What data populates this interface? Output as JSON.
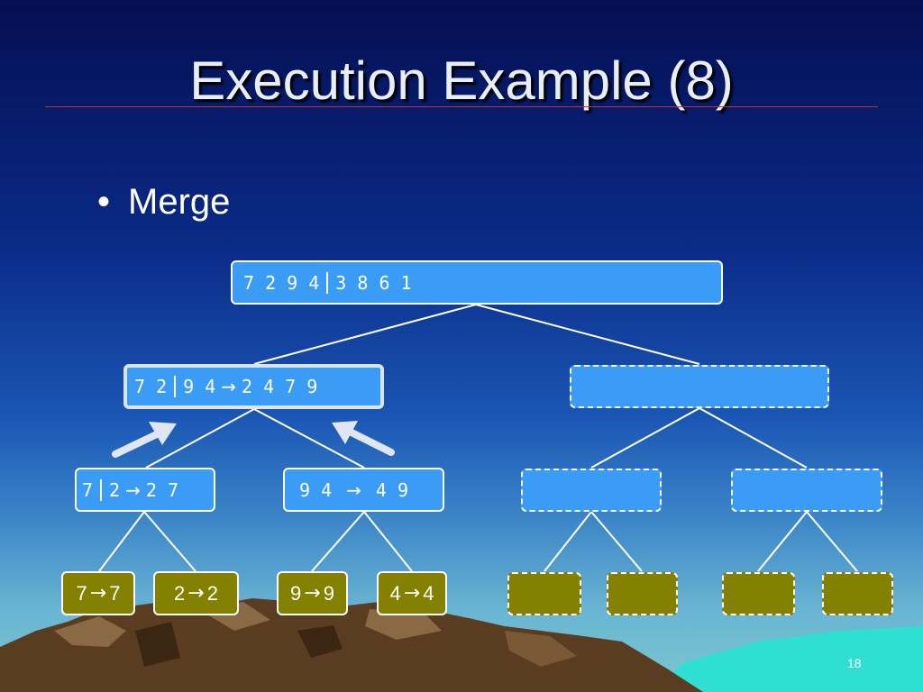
{
  "slide": {
    "title": "Execution Example (8)",
    "bullet": "Merge",
    "page_number": "18"
  },
  "tree": {
    "root": {
      "left": "7 2 9 4",
      "right": "3 8 6 1"
    },
    "level1_left": {
      "left": "7 2",
      "right": "9 4",
      "arrow": "→",
      "result": "2 4 7 9"
    },
    "level2_a": {
      "left": "7",
      "right": "2",
      "arrow": "→",
      "result": "2 7"
    },
    "level2_b": {
      "left": "9 4",
      "arrow": "→",
      "result": "4 9"
    },
    "leaves": [
      {
        "input": "7",
        "arrow": "→",
        "output": "7"
      },
      {
        "input": "2",
        "arrow": "→",
        "output": "2"
      },
      {
        "input": "9",
        "arrow": "→",
        "output": "9"
      },
      {
        "input": "4",
        "arrow": "→",
        "output": "4"
      }
    ]
  },
  "colors": {
    "node_blue": "#3a9cf4",
    "leaf_olive": "#848000",
    "title_rule": "#c0303c"
  }
}
